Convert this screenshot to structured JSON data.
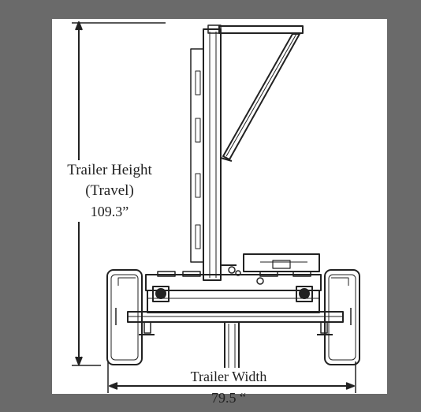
{
  "page": {
    "background": "#6a6a6a",
    "sheet_background": "#ffffff",
    "ink": "#222222"
  },
  "dimensions": {
    "height": {
      "line1": "Trailer Height",
      "line2": "(Travel)",
      "value": "109.3”"
    },
    "width": {
      "line1": "Trailer Width",
      "value": "79.5 “"
    }
  }
}
